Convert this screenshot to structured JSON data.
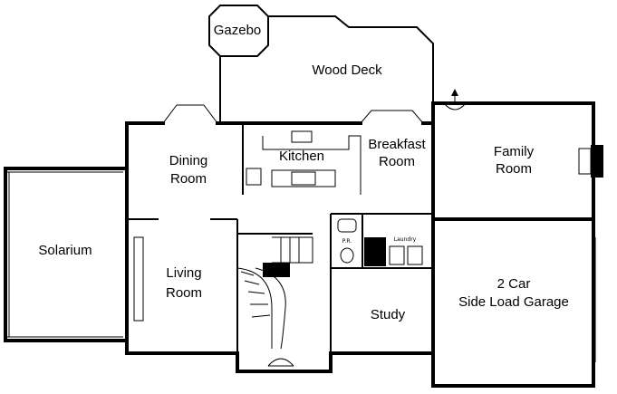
{
  "rooms": {
    "gazebo": "Gazebo",
    "wood_deck": "Wood Deck",
    "kitchen": "Kitchen",
    "breakfast_1": "Breakfast",
    "breakfast_2": "Room",
    "family_1": "Family",
    "family_2": "Room",
    "dining_1": "Dining",
    "dining_2": "Room",
    "solarium": "Solarium",
    "living_1": "Living",
    "living_2": "Room",
    "garage_1": "2 Car",
    "garage_2": "Side Load Garage",
    "study": "Study"
  },
  "fixtures": {
    "laundry": "Laundry",
    "pr": "P.R."
  }
}
